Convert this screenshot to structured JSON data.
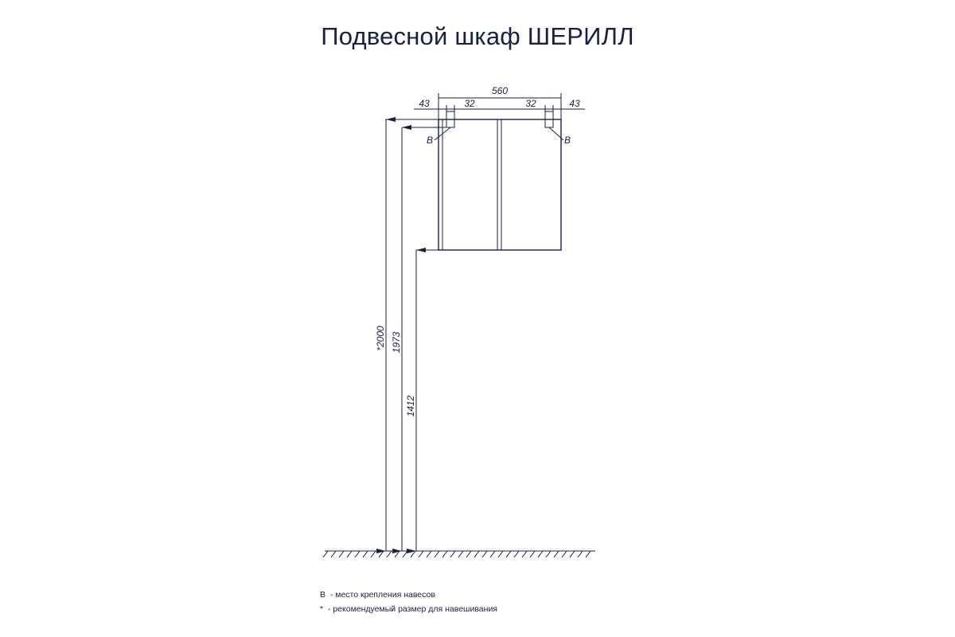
{
  "title": "Подвесной шкаф ШЕРИЛЛ",
  "dimensions": {
    "width": "560",
    "left_offset": "43",
    "left_inner": "32",
    "right_inner": "32",
    "right_offset": "43",
    "total_height": "*2000",
    "hinge_height": "1973",
    "bottom_height": "1412",
    "hinge_left_label": "В",
    "hinge_right_label": "В"
  },
  "legend": {
    "line1": "В  - место крепления навесов",
    "line2": "*  - рекомендуемый размер для навешивания"
  },
  "colors": {
    "ink": "#1a1f45"
  }
}
